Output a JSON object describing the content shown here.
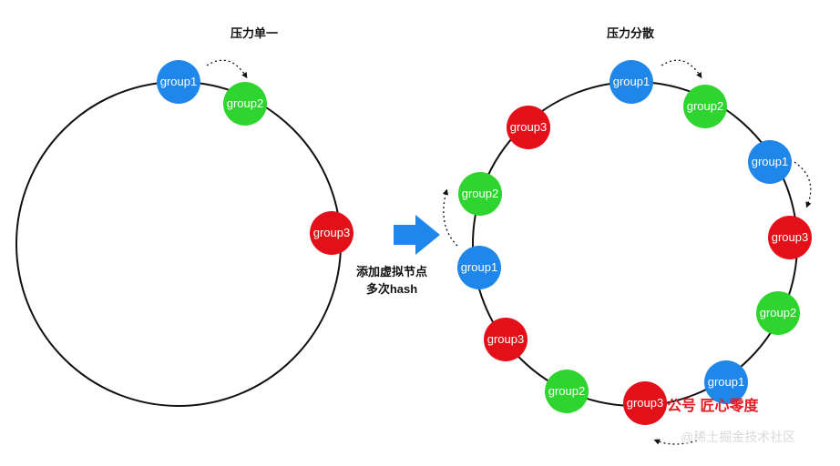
{
  "left_title": "压力单一",
  "right_title": "压力分散",
  "caption_line1": "添加虚拟节点",
  "caption_line2": "多次hash",
  "watermark_red": "公号  匠心零度",
  "watermark_gray": "@稀土掘金技术社区",
  "colors": {
    "blue": "#1f86ea",
    "green": "#2fd52f",
    "red": "#e3101a",
    "arrow": "#1f86ea"
  },
  "left_nodes": [
    {
      "label": "group1",
      "color": "blue"
    },
    {
      "label": "group2",
      "color": "green"
    },
    {
      "label": "group3",
      "color": "red"
    }
  ],
  "right_nodes": [
    {
      "label": "group1",
      "color": "blue"
    },
    {
      "label": "group2",
      "color": "green"
    },
    {
      "label": "group1",
      "color": "blue"
    },
    {
      "label": "group3",
      "color": "red"
    },
    {
      "label": "group2",
      "color": "green"
    },
    {
      "label": "group1",
      "color": "blue"
    },
    {
      "label": "group3",
      "color": "red"
    },
    {
      "label": "group2",
      "color": "green"
    },
    {
      "label": "group3",
      "color": "red"
    },
    {
      "label": "group1",
      "color": "blue"
    },
    {
      "label": "group2",
      "color": "green"
    },
    {
      "label": "group3",
      "color": "red"
    }
  ]
}
